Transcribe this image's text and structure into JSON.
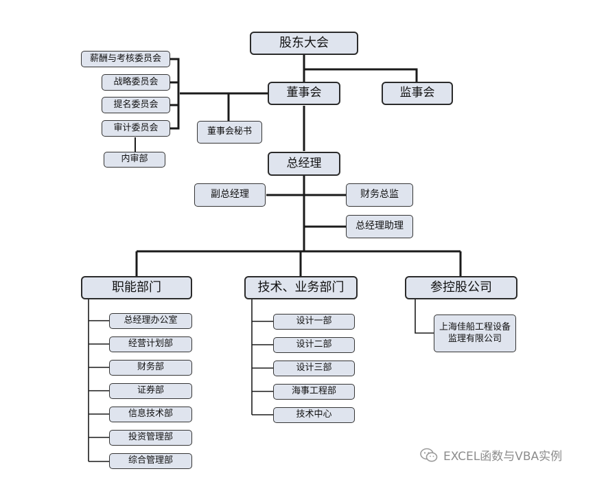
{
  "nodes": {
    "shareholders": "股东大会",
    "board": "董事会",
    "supervisors": "监事会",
    "compensation": "薪酬与考核委员会",
    "strategy": "战略委员会",
    "nomination": "提名委员会",
    "audit": "审计委员会",
    "internal_audit": "内审部",
    "board_secretary": "董事会秘书",
    "gm": "总经理",
    "deputy_gm": "副总经理",
    "cfo": "财务总监",
    "gm_assistant": "总经理助理",
    "functional": "职能部门",
    "tech": "技术、业务部门",
    "holding": "参控股公司",
    "subsidiary_line1": "上海佳船工程设备",
    "subsidiary_line2": "监理有限公司"
  },
  "functional_items": [
    "总经理办公室",
    "经营计划部",
    "财务部",
    "证券部",
    "信息技术部",
    "投资管理部",
    "综合管理部"
  ],
  "tech_items": [
    "设计一部",
    "设计二部",
    "设计三部",
    "海事工程部",
    "技术中心"
  ],
  "watermark": "EXCEL函数与VBA实例"
}
